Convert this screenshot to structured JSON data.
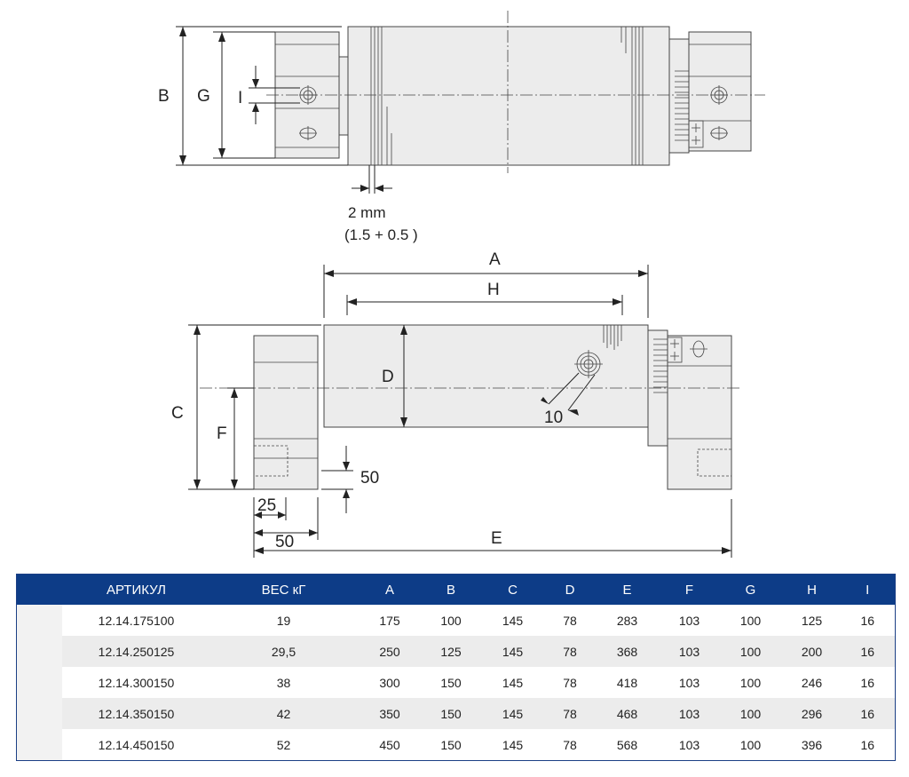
{
  "drawing": {
    "labels": {
      "b": "B",
      "g": "G",
      "i": "I",
      "gap": "2 mm",
      "gap_tol": "(1.5 + 0.5 )",
      "a": "A",
      "h": "H",
      "c": "C",
      "d": "D",
      "f": "F",
      "ten": "10",
      "fifty_v": "50",
      "twentyfive": "25",
      "fifty_h": "50",
      "e": "E"
    }
  },
  "table": {
    "headers": [
      "АРТИКУЛ",
      "ВЕС кГ",
      "A",
      "B",
      "C",
      "D",
      "E",
      "F",
      "G",
      "H",
      "I"
    ],
    "rows": [
      [
        "12.14.175100",
        "19",
        "175",
        "100",
        "145",
        "78",
        "283",
        "103",
        "100",
        "125",
        "16"
      ],
      [
        "12.14.250125",
        "29,5",
        "250",
        "125",
        "145",
        "78",
        "368",
        "103",
        "100",
        "200",
        "16"
      ],
      [
        "12.14.300150",
        "38",
        "300",
        "150",
        "145",
        "78",
        "418",
        "103",
        "100",
        "246",
        "16"
      ],
      [
        "12.14.350150",
        "42",
        "350",
        "150",
        "145",
        "78",
        "468",
        "103",
        "100",
        "296",
        "16"
      ],
      [
        "12.14.450150",
        "52",
        "450",
        "150",
        "145",
        "78",
        "568",
        "103",
        "100",
        "396",
        "16"
      ]
    ]
  }
}
